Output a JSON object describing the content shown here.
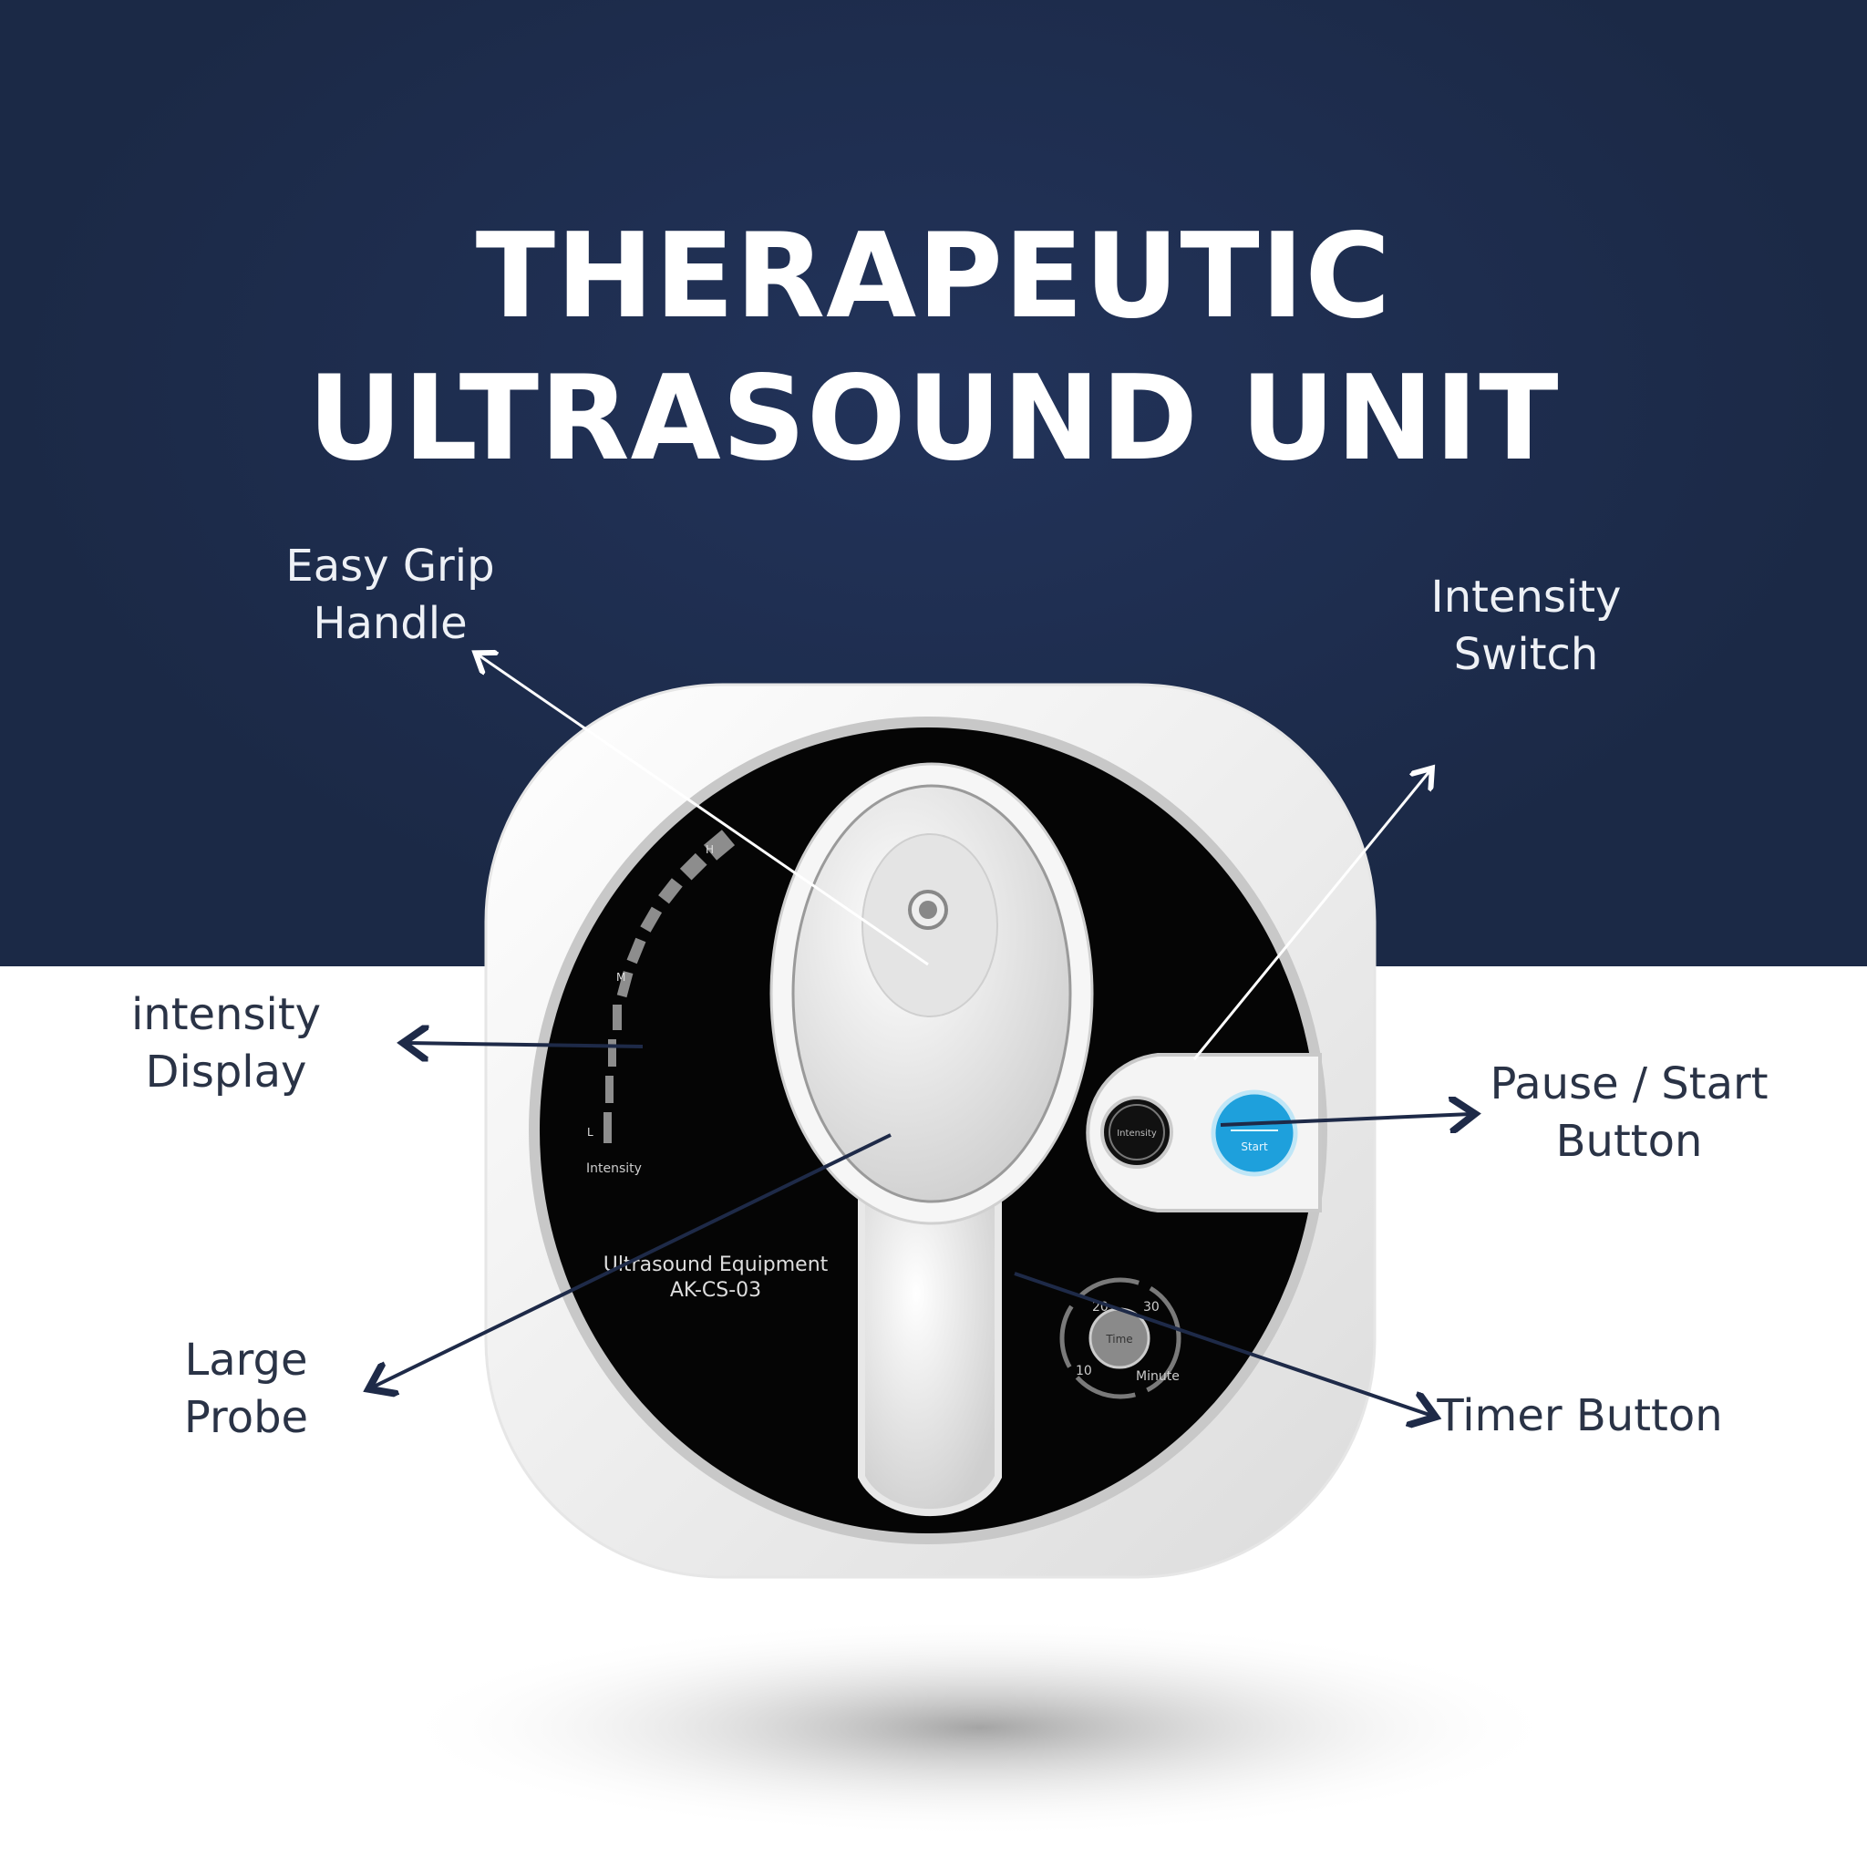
{
  "title": {
    "line1": "THERAPEUTIC",
    "line2": "ULTRASOUND UNIT"
  },
  "callouts": {
    "easy_grip": {
      "line1": "Easy Grip",
      "line2": "Handle"
    },
    "intensity_switch": {
      "line1": "Intensity",
      "line2": "Switch"
    },
    "intensity_display": {
      "line1": "intensity",
      "line2": "Display"
    },
    "pause_start": {
      "line1": "Pause / Start",
      "line2": "Button"
    },
    "large_probe": {
      "line1": "Large",
      "line2": "Probe"
    },
    "timer_button": {
      "line1": "Timer Button"
    }
  },
  "device": {
    "name": "Ultrasound Equipment",
    "model": "AK-CS-03",
    "intensity_label": "Intensity",
    "scale_high": "H",
    "scale_mid": "M",
    "scale_low": "L",
    "intensity_knob": "Intensity",
    "start_label": "Start",
    "timer_label": "Time",
    "timer_10": "10",
    "timer_20": "20",
    "timer_30": "30",
    "timer_unit": "Minute"
  },
  "colors": {
    "navy": "#1b2946",
    "start_blue": "#1ea0dc",
    "arrow_dark": "#1e2a48"
  }
}
